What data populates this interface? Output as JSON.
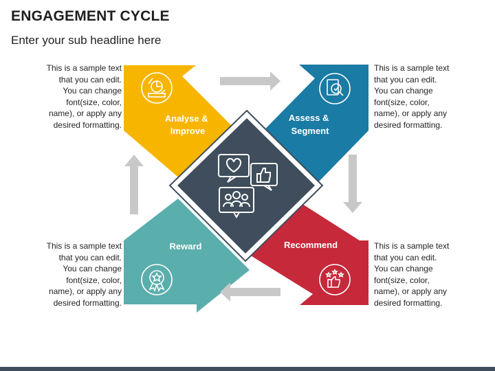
{
  "title": "ENGAGEMENT CYCLE",
  "subtitle": "Enter your sub headline here",
  "segments": [
    {
      "label_line1": "Analyse &",
      "label_line2": "Improve",
      "color": "#f7b500",
      "icon": "analysis-icon",
      "description": [
        "This is a sample text",
        "that you can edit.",
        "You can change",
        "font(size, color,",
        "name), or apply any",
        "desired formatting."
      ]
    },
    {
      "label_line1": "Assess &",
      "label_line2": "Segment",
      "color": "#1a7ba4",
      "icon": "document-check-icon",
      "description": [
        "This is a sample text",
        "that you can edit.",
        "You can change",
        "font(size, color,",
        "name), or apply any",
        "desired formatting."
      ]
    },
    {
      "label_line1": "Reward",
      "label_line2": "",
      "color": "#5aaeac",
      "icon": "award-badge-icon",
      "description": [
        "This is a sample text",
        "that you can edit.",
        "You can change",
        "font(size, color,",
        "name), or apply any",
        "desired formatting."
      ]
    },
    {
      "label_line1": "Recommend",
      "label_line2": "",
      "color": "#c6293a",
      "icon": "thumbs-up-stars-icon",
      "description": [
        "This is a sample text",
        "that you can edit.",
        "You can change",
        "font(size, color,",
        "name), or apply any",
        "desired formatting."
      ]
    }
  ],
  "center": {
    "color": "#3f4d5c",
    "icons": [
      "heart-bubble-icon",
      "thumbs-up-bubble-icon",
      "people-bubble-icon"
    ]
  },
  "arrow_color": "#c8c8c8",
  "footer_color": "#3f4d5c"
}
